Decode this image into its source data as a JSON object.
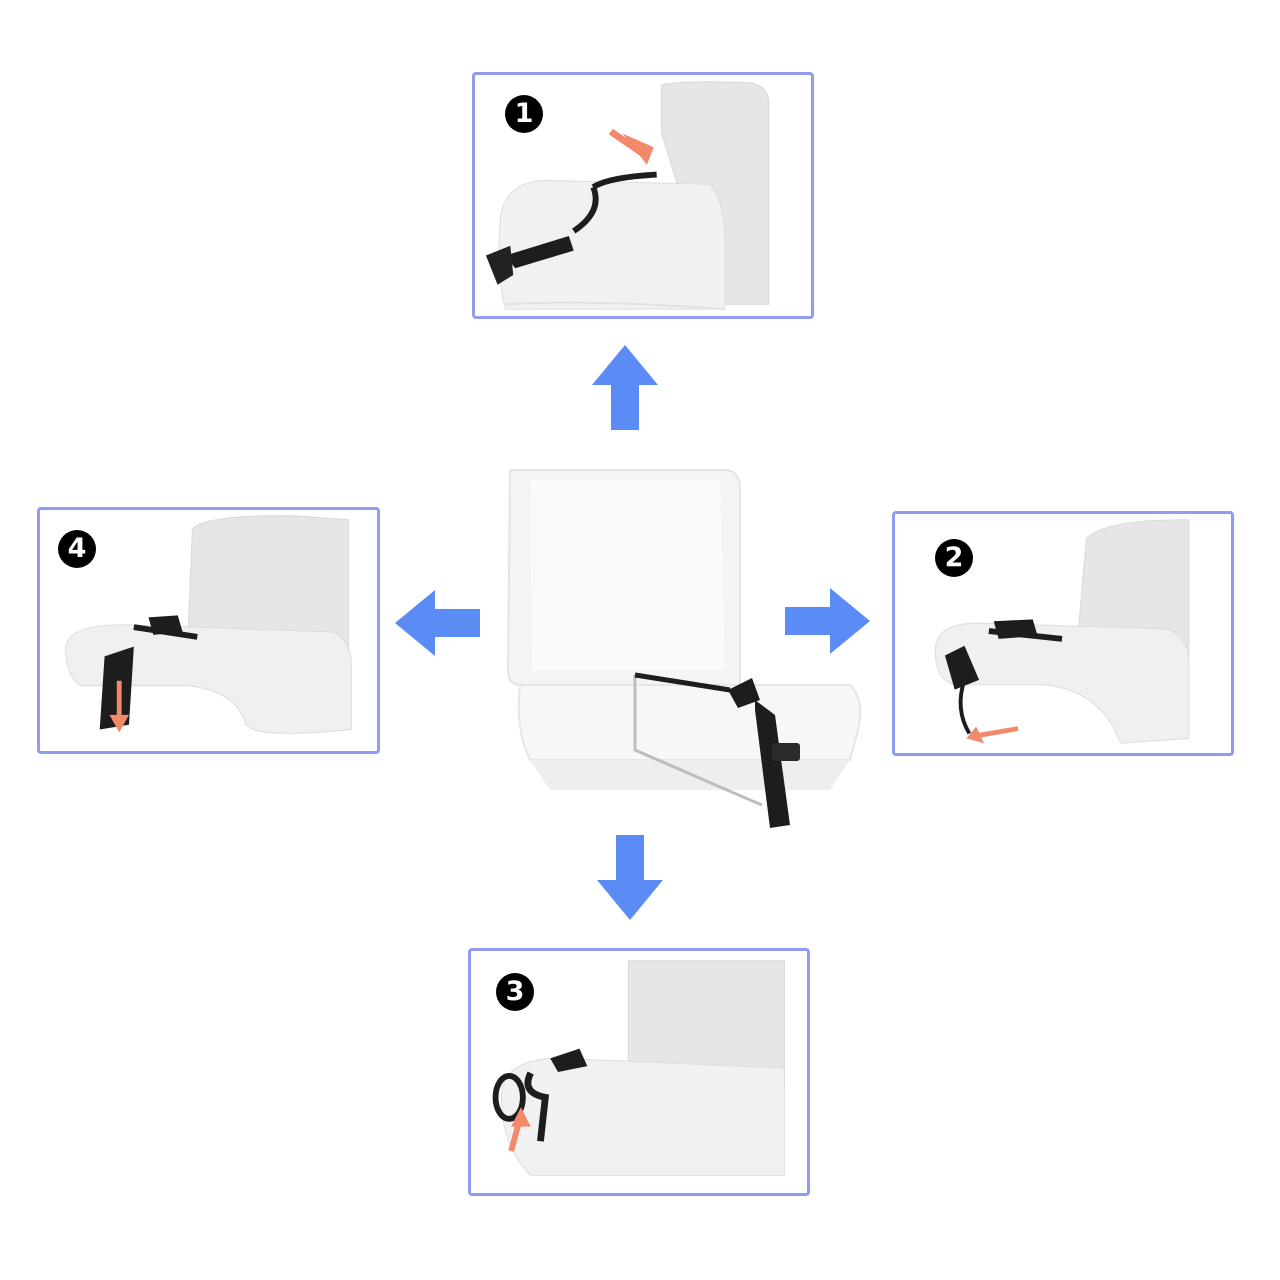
{
  "colors": {
    "panel_border": "#8f9cf0",
    "flow_arrow": "#5b8cf5",
    "hint_arrow": "#f2896b",
    "strap": "#1d1d1d",
    "seat": "#e6e6e6"
  },
  "steps": [
    {
      "number": "1",
      "icon": "step-badge-1"
    },
    {
      "number": "2",
      "icon": "step-badge-2"
    },
    {
      "number": "3",
      "icon": "step-badge-3"
    },
    {
      "number": "4",
      "icon": "step-badge-4"
    }
  ],
  "flow_arrows": [
    "arrow-up-icon",
    "arrow-right-icon",
    "arrow-down-icon",
    "arrow-left-icon"
  ]
}
